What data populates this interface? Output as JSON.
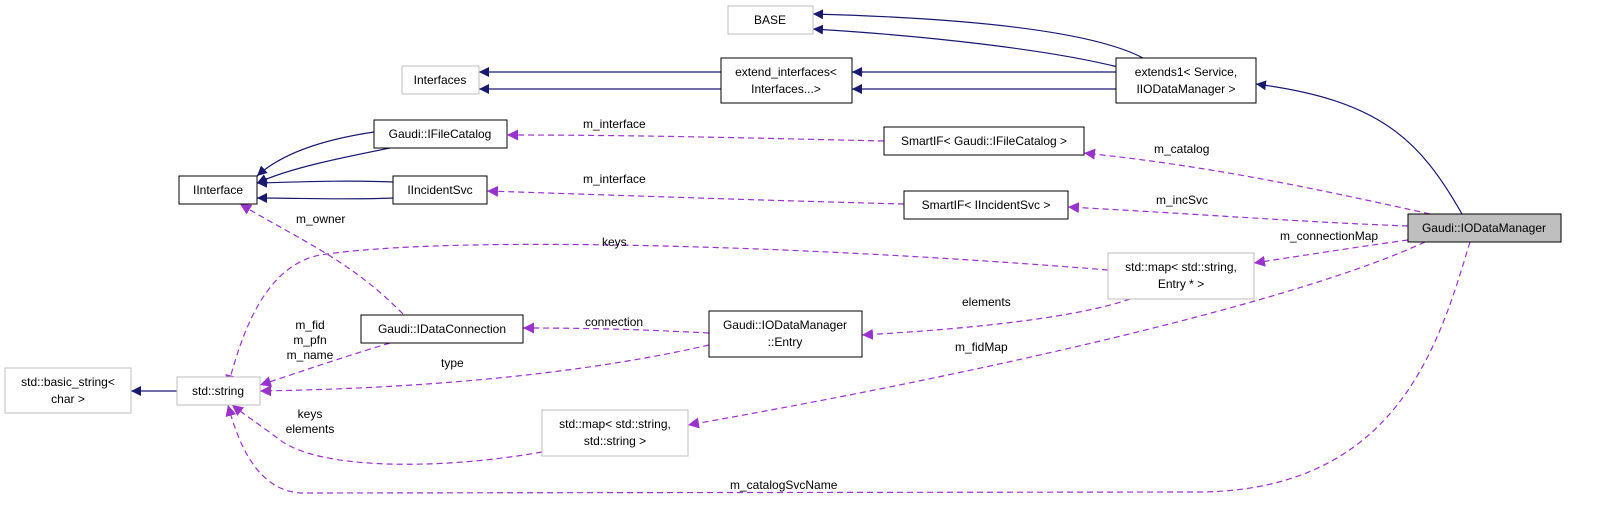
{
  "colors": {
    "inheritance": "#191970",
    "usage": "#9a32cd",
    "focus_fill": "#bfbfbf",
    "undocumented_border": "#bfbfbf",
    "documented_border": "#000000"
  },
  "nodes": {
    "base": [
      "BASE"
    ],
    "interfaces": [
      "Interfaces"
    ],
    "extend_interfaces": [
      "extend_interfaces<",
      "Interfaces...>"
    ],
    "extends1": [
      "extends1< Service,",
      "IIODataManager >"
    ],
    "ifilecatalog": [
      "Gaudi::IFileCatalog"
    ],
    "iinterface": [
      "IInterface"
    ],
    "iincidentsvc": [
      "IIncidentSvc"
    ],
    "smartif_catalog": [
      "SmartIF< Gaudi::IFileCatalog >"
    ],
    "smartif_incsvc": [
      "SmartIF< IIncidentSvc >"
    ],
    "iodatamanager": [
      "Gaudi::IODataManager"
    ],
    "map_entry": [
      "std::map< std::string,",
      "Entry * >"
    ],
    "idataconnection": [
      "Gaudi::IDataConnection"
    ],
    "entry": [
      "Gaudi::IODataManager",
      "::Entry"
    ],
    "basic_string": [
      "std::basic_string<",
      "char >"
    ],
    "string": [
      "std::string"
    ],
    "map_string": [
      "std::map< std::string,",
      "std::string >"
    ]
  },
  "edge_labels": {
    "m_interface_1": "m_interface",
    "m_interface_2": "m_interface",
    "m_catalog": "m_catalog",
    "m_incSvc": "m_incSvc",
    "m_owner": "m_owner",
    "keys_1": "keys",
    "m_connectionMap": "m_connectionMap",
    "elements_1": "elements",
    "m_fid": "m_fid",
    "m_pfn": "m_pfn",
    "m_name": "m_name",
    "connection": "connection",
    "type": "type",
    "m_fidMap": "m_fidMap",
    "keys_2": "keys",
    "elements_2": "elements",
    "m_catalogSvcName": "m_catalogSvcName"
  }
}
